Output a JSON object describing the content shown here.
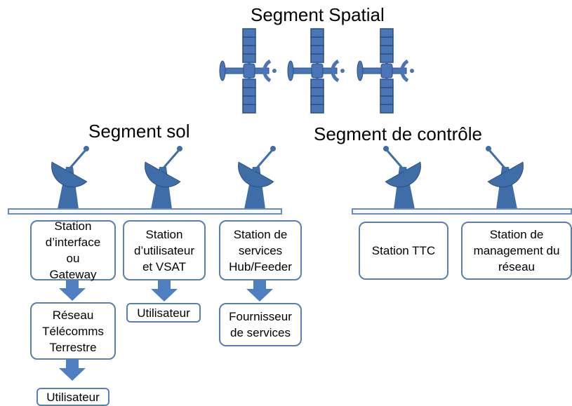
{
  "titles": {
    "space": "Segment Spatial",
    "ground": "Segment sol",
    "control": "Segment de contrôle"
  },
  "ground_stations": [
    {
      "label": "Station d’interface ou Gateway"
    },
    {
      "label": "Station d’utilisateur et VSAT"
    },
    {
      "label": "Station de services Hub/Feeder"
    }
  ],
  "control_stations": [
    {
      "label": "Station TTC"
    },
    {
      "label": "Station de management du réseau"
    }
  ],
  "downstream": {
    "network": "Réseau Télécomms Terrestre",
    "user_1": "Utilisateur",
    "user_2": "Utilisateur",
    "provider": "Fournisseur de services"
  },
  "colors": {
    "satellite_fill": "#4a76b8",
    "satellite_stroke": "#2e4f80",
    "dish_fill": "#3f6da8",
    "arrow_fill": "#4f7fc0",
    "box_border": "#5a7fb0"
  }
}
